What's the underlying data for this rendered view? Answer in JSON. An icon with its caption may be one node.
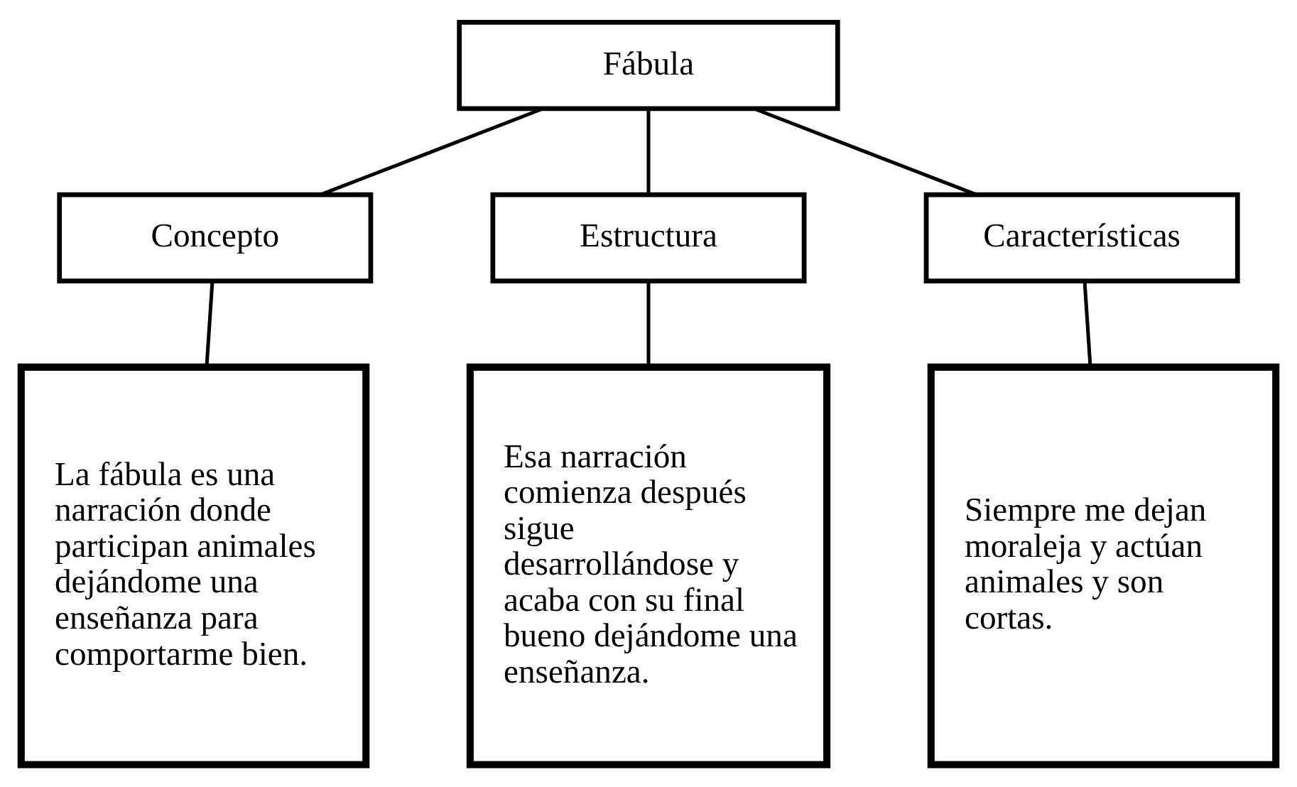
{
  "diagram": {
    "nodes": [
      {
        "text": [
          "Fábula"
        ]
      },
      {
        "text": [
          "Concepto"
        ]
      },
      {
        "text": [
          "Estructura"
        ]
      },
      {
        "text": [
          "Características"
        ]
      },
      {
        "text": [
          "La fábula es una narración donde participan animales dejándome una enseñanza para comportarme bien."
        ]
      },
      {
        "text": [
          "Esa narración comienza después sigue desarrollándose y acaba con su final bueno dejándome una enseñanza."
        ]
      },
      {
        "text": [
          "Siempre me dejan moraleja y actúan animales y son cortas."
        ]
      }
    ],
    "edges": [
      {
        "from": 0,
        "to": 1,
        "arrow": "none"
      },
      {
        "from": 0,
        "to": 2,
        "arrow": "none"
      },
      {
        "from": 0,
        "to": 3,
        "arrow": "none"
      },
      {
        "from": 1,
        "to": 4,
        "arrow": "none"
      },
      {
        "from": 2,
        "to": 5,
        "arrow": "none"
      },
      {
        "from": 3,
        "to": 6,
        "arrow": "none"
      }
    ]
  }
}
